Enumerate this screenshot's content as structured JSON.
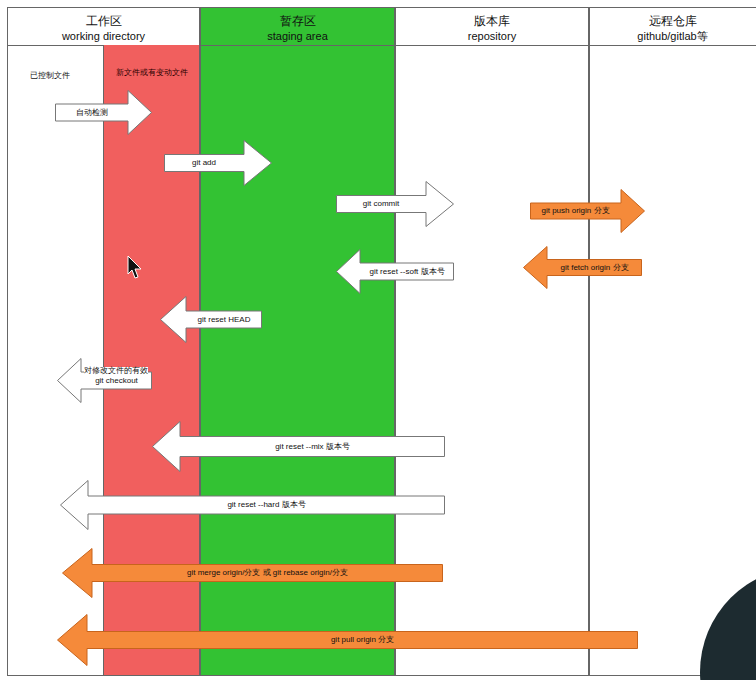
{
  "diagram": {
    "nodes": [
      {
        "text": [
          "工作区",
          "working directory",
          "已控制文件"
        ]
      },
      {
        "text": [
          "新文件或有变动文件"
        ],
        "in": 0
      },
      {
        "text": [
          "暂存区",
          "staging area"
        ]
      },
      {
        "text": [
          "版本库",
          "repository"
        ]
      },
      {
        "text": [
          "远程仓库",
          "github/gitlab等"
        ]
      },
      {
        "text": [
          "自动检测"
        ]
      },
      {
        "text": [
          "git add"
        ]
      },
      {
        "text": [
          "git commit"
        ]
      },
      {
        "text": [
          "git push origin 分支"
        ]
      },
      {
        "text": [
          "git reset --soft 版本号"
        ]
      },
      {
        "text": [
          "git fetch origin 分支"
        ]
      },
      {
        "text": [
          "git reset HEAD"
        ]
      },
      {
        "text": [
          "对修改文件的有效",
          "git checkout"
        ]
      },
      {
        "text": [
          "git reset --mix 版本号"
        ]
      },
      {
        "text": [
          "git reset --hard 版本号"
        ]
      },
      {
        "text": [
          "git merge origin/分支 或 git rebase origin/分支"
        ]
      },
      {
        "text": [
          "git pull origin 分支"
        ]
      }
    ]
  }
}
